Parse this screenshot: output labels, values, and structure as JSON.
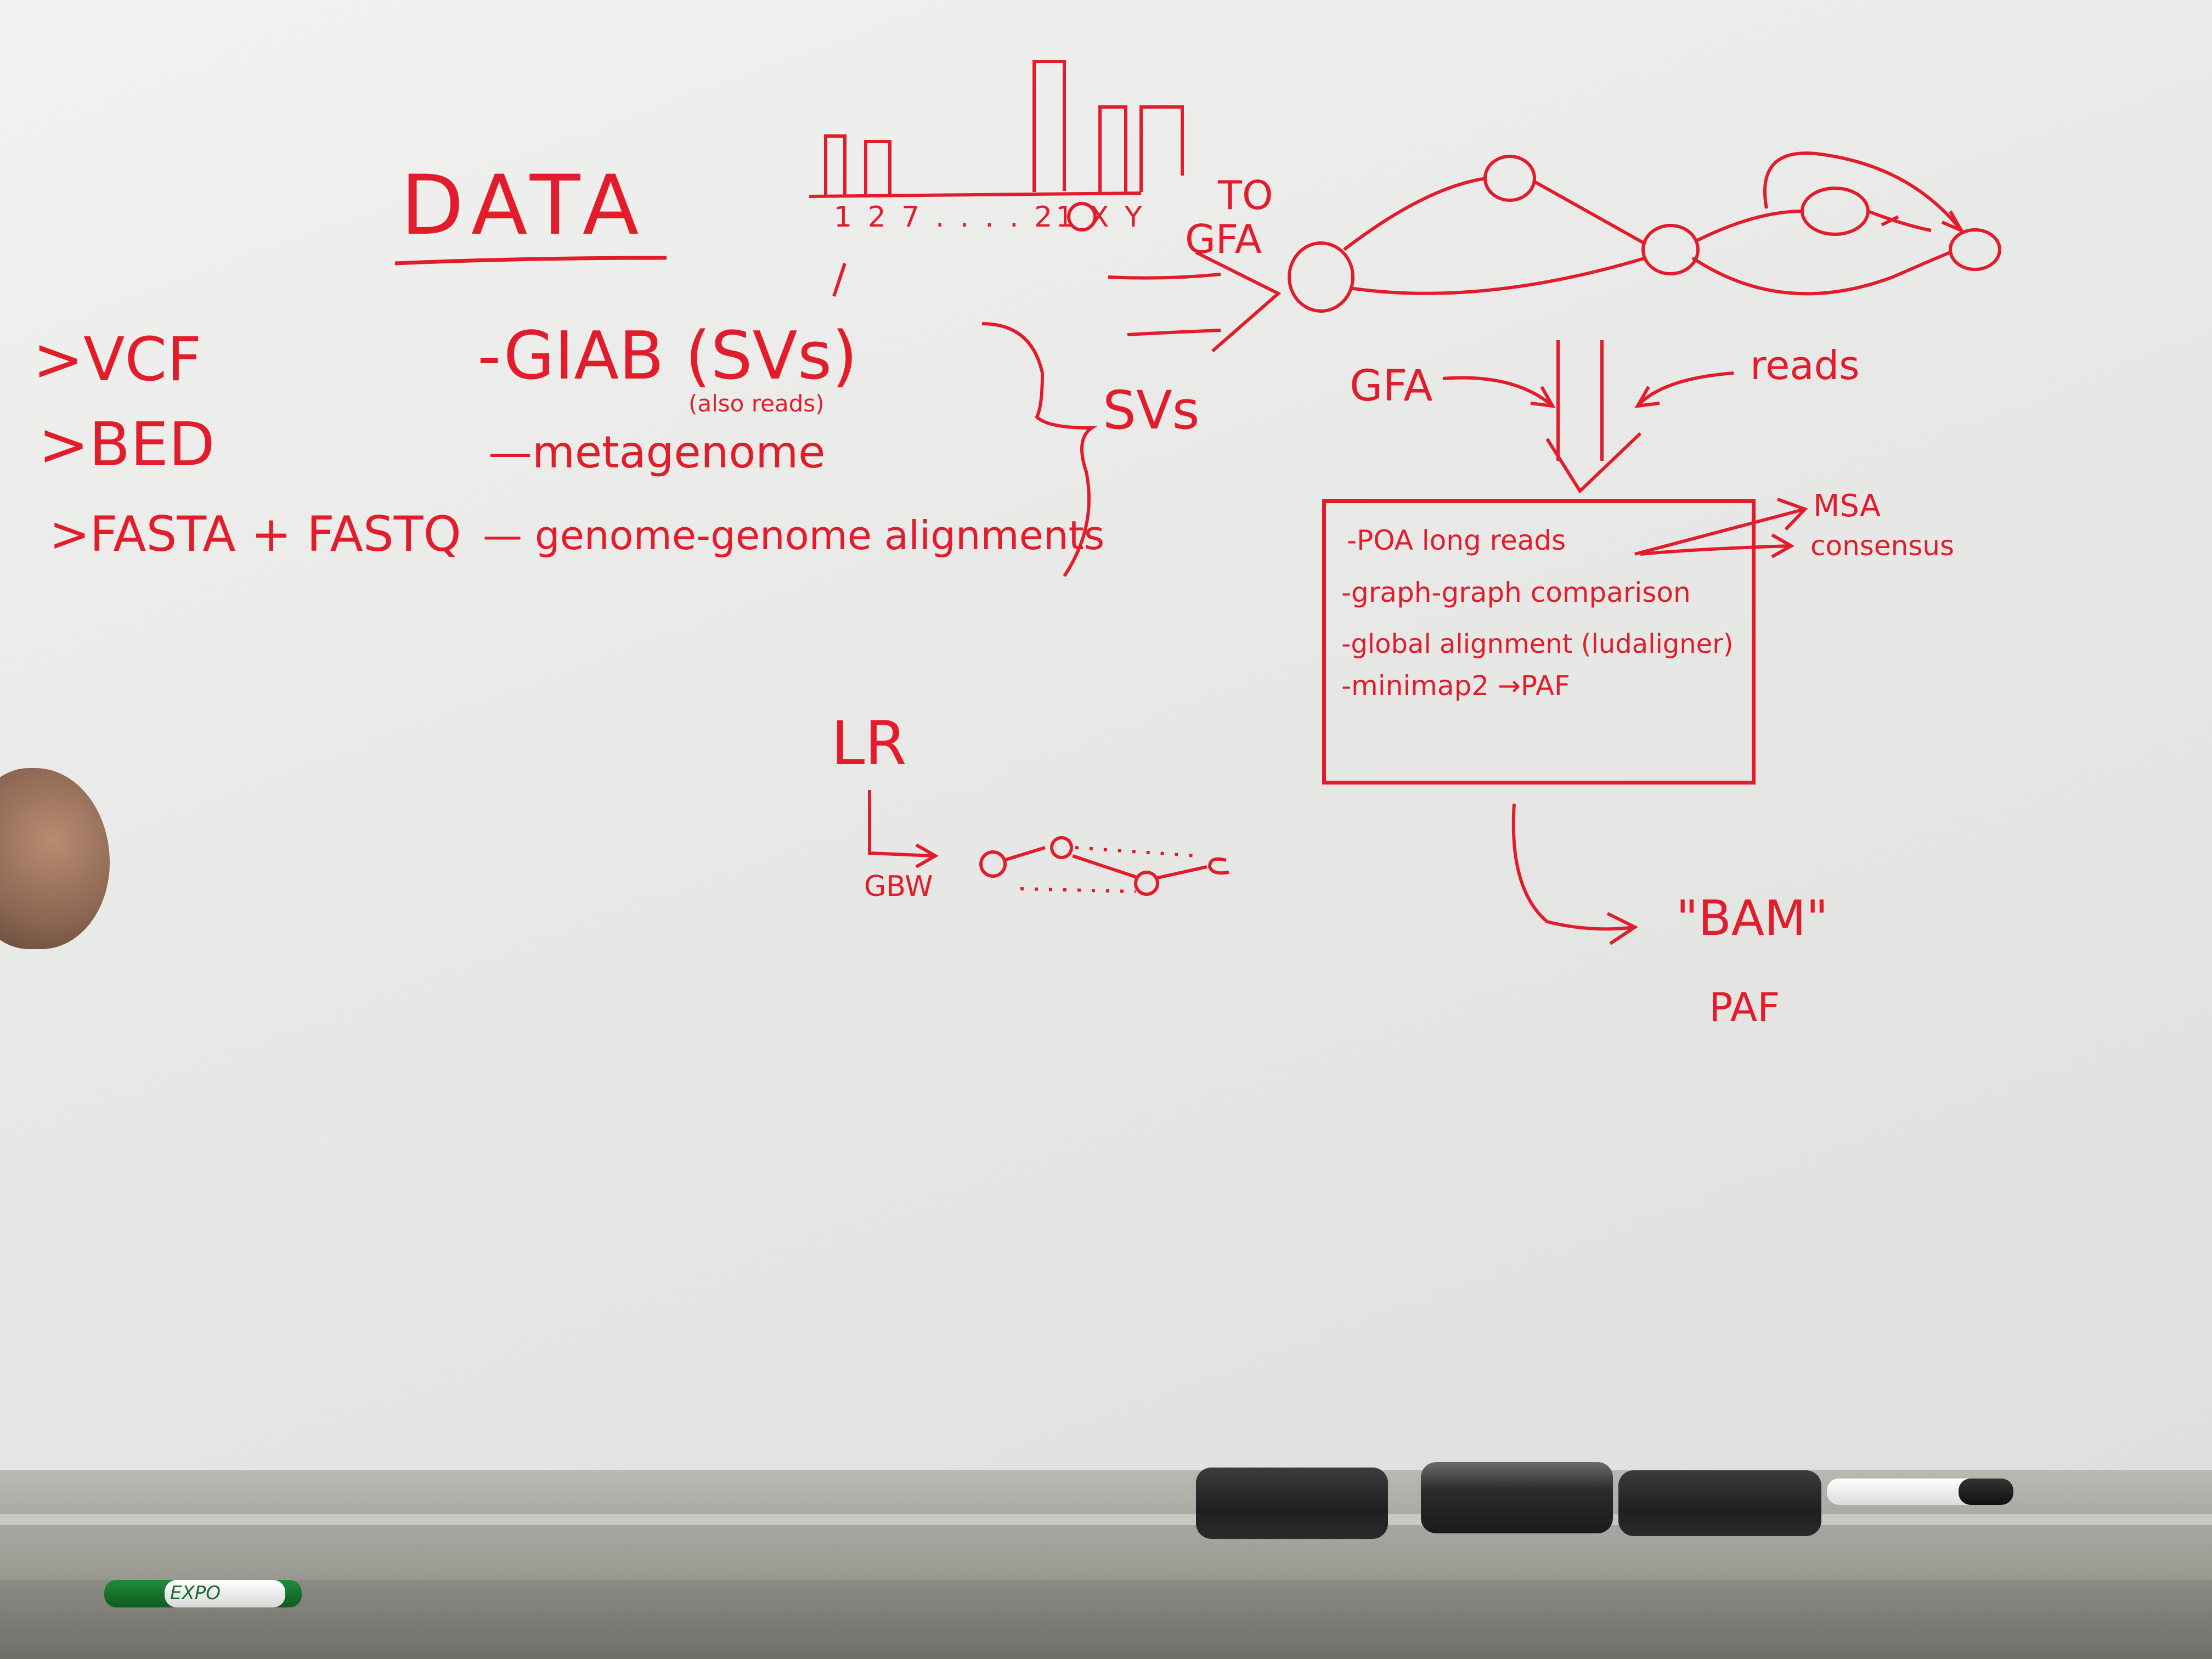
{
  "whiteboard": {
    "heading": "DATA",
    "formats": [
      ">VCF",
      ">BED",
      ">FASTA + FASTQ"
    ],
    "sources": [
      "-GIAB (SVs)",
      "—metagenome",
      "— genome-genome alignments"
    ],
    "source_note": "(also reads)",
    "brace_label": "SVs",
    "histogram_axis": "1 2 7 . . . . 21 X Y",
    "to_gfa": [
      "TO",
      "GFA"
    ],
    "gfa_label": "GFA",
    "reads_label": "reads",
    "box_items": [
      "-POA long reads",
      "-graph-graph comparison",
      "-global alignment (ludaligner)",
      "-minimap2 →PAF"
    ],
    "box_outputs": [
      "MSA",
      "consensus"
    ],
    "output_labels": [
      "\"BAM\"",
      "PAF"
    ],
    "lr_label": "LR",
    "lr_target": "GBW"
  },
  "colors": {
    "ink": "#e21c2a",
    "board": "#efefed",
    "tray": "#a7a6a1",
    "eraser": "#1f2021"
  },
  "tray_items": {
    "green_marker_label": "EXPO"
  }
}
